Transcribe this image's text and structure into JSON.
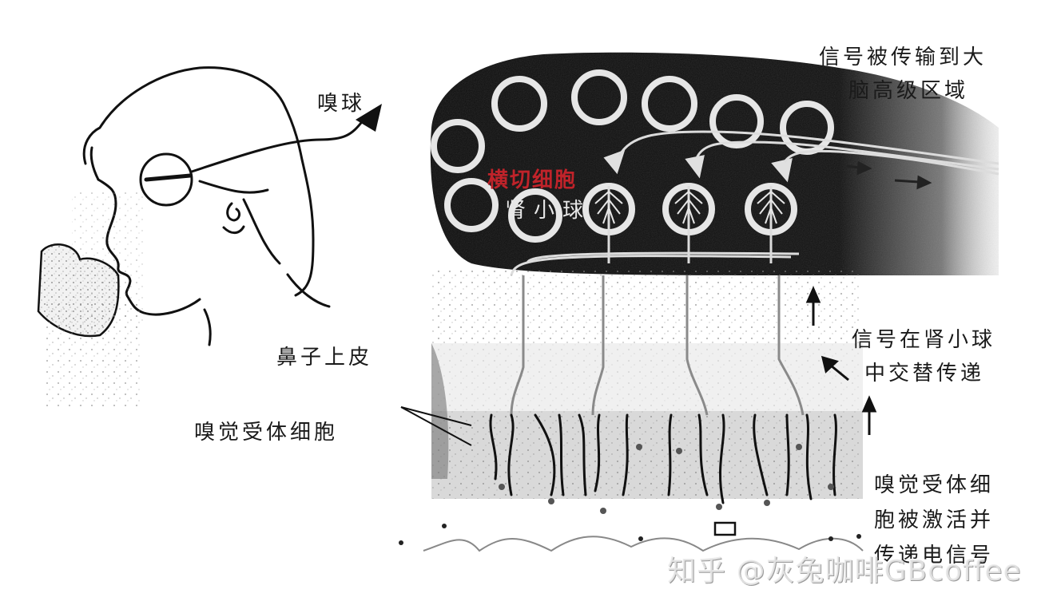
{
  "diagram": {
    "type": "olfactory-pathway-illustration",
    "labels": {
      "olfactory_bulb": "嗅球",
      "nasal_epithelium": "鼻子上皮",
      "olfactory_receptor_cells_left": "嗅觉受体细胞",
      "mitral_cells": "横切细胞",
      "glomerulus": "肾小球",
      "signal_to_brain_line1": "信号被传输到大",
      "signal_to_brain_line2": "脑高级区域",
      "signal_glomerulus_line1": "信号在肾小球",
      "signal_glomerulus_line2": "中交替传递",
      "receptor_activated_line1": "嗅觉受体细",
      "receptor_activated_line2": "胞被激活并",
      "receptor_activated_line3": "传递电信号"
    },
    "colors": {
      "ink": "#1a1a1a",
      "bulb_fill": "#0d0d0d",
      "highlight_label": "#c0232a",
      "background": "#ffffff"
    },
    "watermark": "知乎 @灰兔咖啡GBcoffee"
  }
}
